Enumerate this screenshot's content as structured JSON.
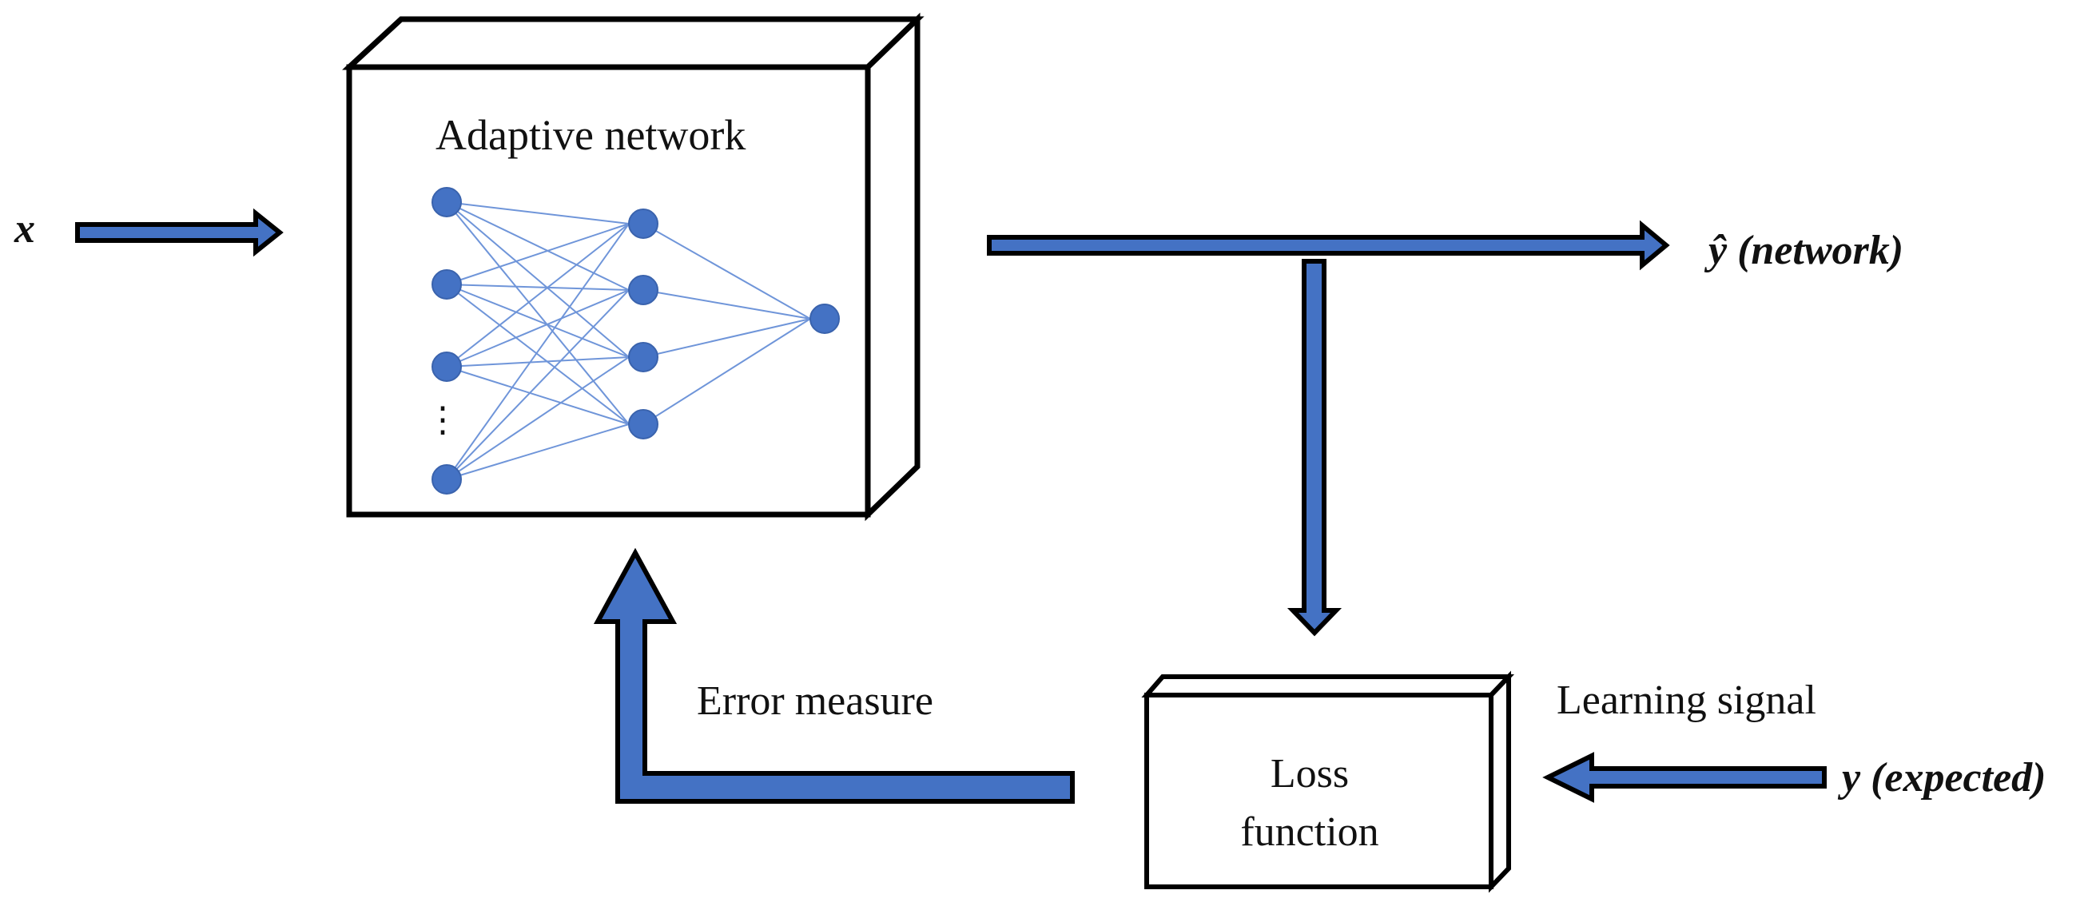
{
  "colors": {
    "arrow_fill": "#4472C4",
    "node_fill": "#4472C4",
    "edge": "#6f95d9",
    "stroke": "#000000",
    "background": "#ffffff"
  },
  "labels": {
    "input_x": "x",
    "output_hat": "ŷ",
    "output_rest": " (network)",
    "error_measure": "Error measure",
    "learning_signal": "Learning signal",
    "expected": "y (expected)"
  },
  "adaptive_network": {
    "title": "Adaptive network",
    "layers": [
      4,
      4,
      1
    ],
    "input_ellipsis": "⋮"
  },
  "loss_function": {
    "line1": "Loss",
    "line2": "function"
  }
}
